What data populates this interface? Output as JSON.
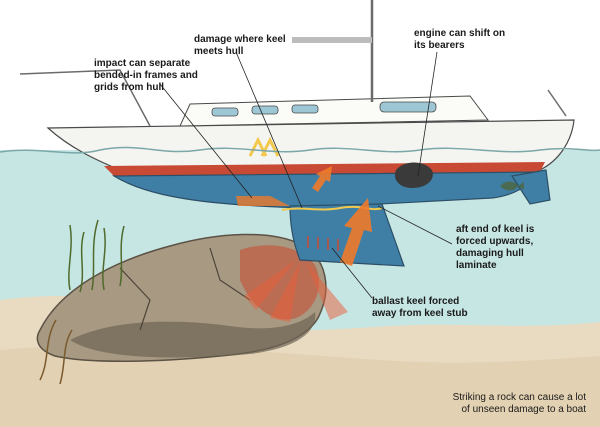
{
  "labels": {
    "separate_frames": [
      "impact can separate",
      "bended-in frames and",
      "grids from hull"
    ],
    "keel_hull": [
      "damage where keel",
      "meets hull"
    ],
    "engine": [
      "engine can shift on",
      "its bearers"
    ],
    "aft_keel": [
      "aft end of keel is",
      "forced upwards,",
      "damaging hull",
      "laminate"
    ],
    "ballast": [
      "ballast keel forced",
      "away from keel stub"
    ]
  },
  "caption": [
    "Striking a rock can cause a lot",
    "of unseen damage to a boat"
  ],
  "colors": {
    "water": "#bfe3e3",
    "hull_white": "#f4f4f0",
    "hull_blue": "#3f7fa6",
    "boot_stripe": "#c84a34",
    "sand": "#e8d9bf",
    "rock": "#a99b84",
    "damage_orange": "#ee7a2a"
  }
}
